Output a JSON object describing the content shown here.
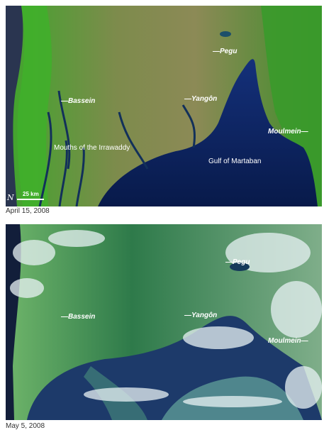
{
  "top_image": {
    "labels": {
      "pegu": "—Pegu",
      "bassein": "—Bassein",
      "yangon": "—Yangôn",
      "moulmein": "Moulmein—",
      "irrawaddy": "Mouths of the Irrawaddy",
      "martaban": "Gulf of Martaban"
    },
    "scale": "25 km",
    "north": "N",
    "date": "April 15, 2008"
  },
  "bottom_image": {
    "labels": {
      "pegu": "—Pegu",
      "bassein": "—Bassein",
      "yangon": "—Yangôn",
      "moulmein": "Moulmein—"
    },
    "date": "May 5, 2008"
  },
  "colors": {
    "sea": "#0b1f55",
    "land_green": "#3f9a2a",
    "land_tan": "#8f8a55",
    "cloud": "#e8f2f4",
    "sediment": "#6a9a9a"
  }
}
